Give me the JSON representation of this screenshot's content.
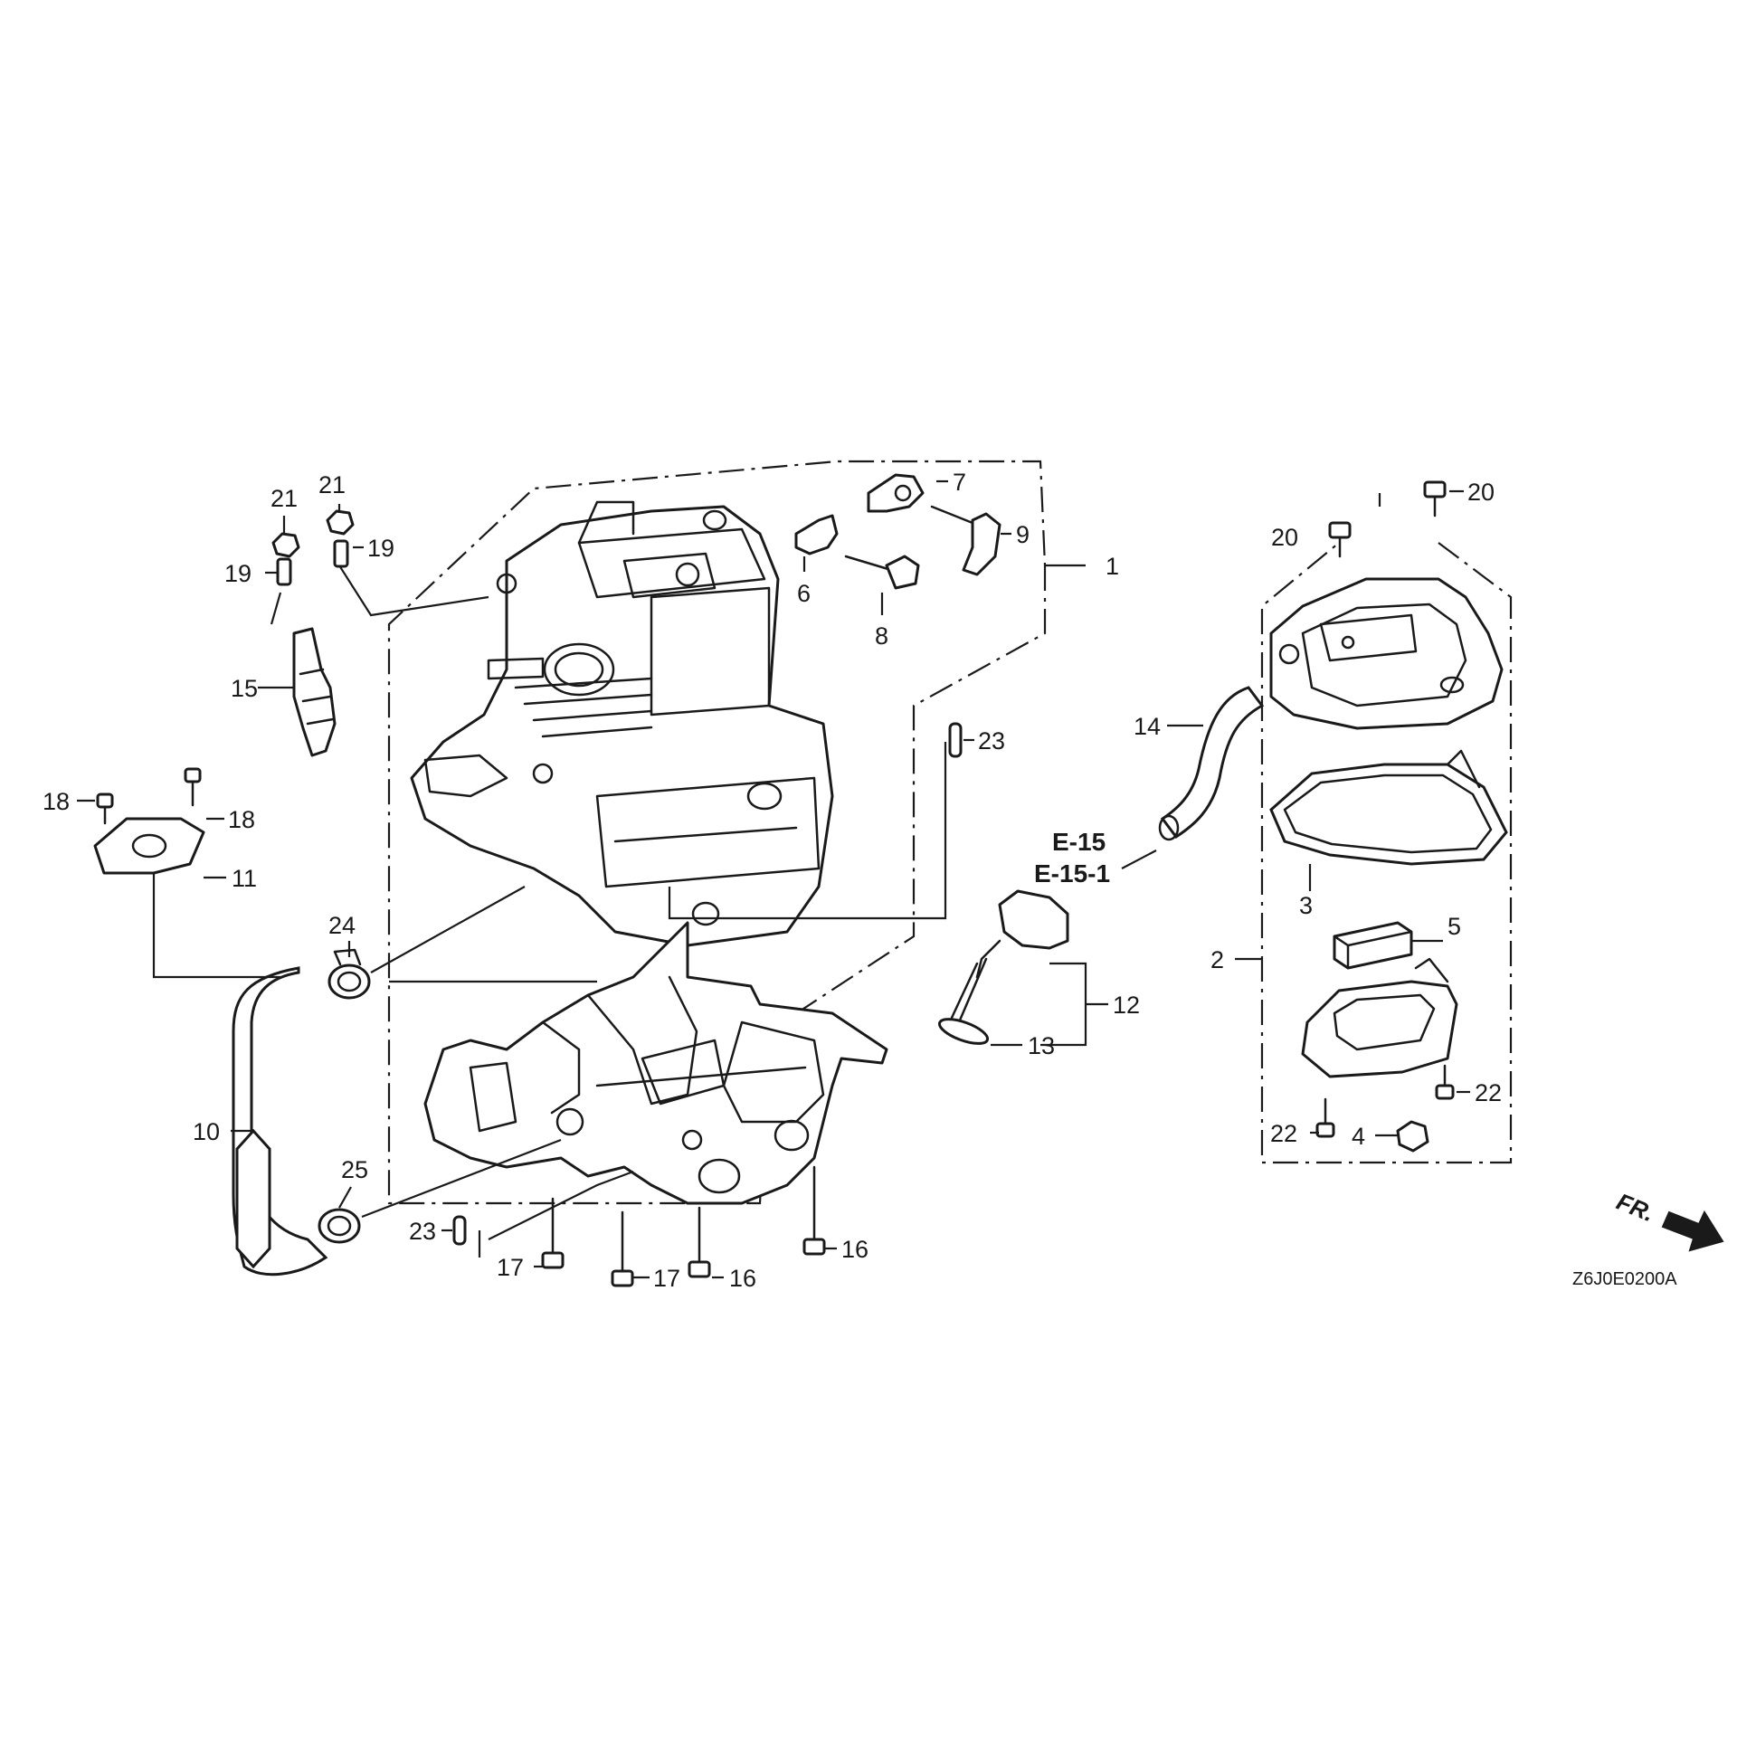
{
  "callouts": {
    "c1": "1",
    "c2": "2",
    "c3": "3",
    "c4": "4",
    "c5": "5",
    "c6": "6",
    "c7": "7",
    "c8": "8",
    "c9": "9",
    "c10": "10",
    "c11": "11",
    "c12": "12",
    "c13": "13",
    "c14": "14",
    "c15": "15",
    "c16a": "16",
    "c16b": "16",
    "c17a": "17",
    "c17b": "17",
    "c18a": "18",
    "c18b": "18",
    "c19a": "19",
    "c19b": "19",
    "c20a": "20",
    "c20b": "20",
    "c21a": "21",
    "c21b": "21",
    "c22a": "22",
    "c22b": "22",
    "c23a": "23",
    "c23b": "23",
    "c24": "24",
    "c25": "25"
  },
  "references": {
    "ref1": "E-15",
    "ref2": "E-15-1"
  },
  "direction": {
    "label": "FR."
  },
  "diagram_code": "Z6J0E0200A"
}
